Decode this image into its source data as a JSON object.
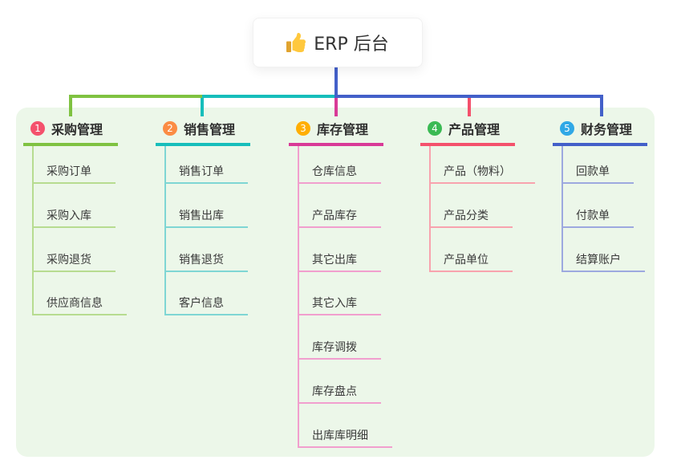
{
  "root": {
    "label": "ERP 后台",
    "icon": "thumbs-up-icon"
  },
  "colors": {
    "connector_blue": "#4360C9",
    "panel_background": "#ECF7E9",
    "card_background": "#FFFFFF",
    "text": "#333333"
  },
  "branches": [
    {
      "number": "1",
      "label": "采购管理",
      "badge_color": "#F4516C",
      "line_color": "#7FC241",
      "child_line_color": "#B7DC90",
      "children": [
        "采购订单",
        "采购入库",
        "采购退货",
        "供应商信息"
      ]
    },
    {
      "number": "2",
      "label": "销售管理",
      "badge_color": "#FB8C44",
      "line_color": "#17BEBB",
      "child_line_color": "#7FD6D4",
      "children": [
        "销售订单",
        "销售出库",
        "销售退货",
        "客户信息"
      ]
    },
    {
      "number": "3",
      "label": "库存管理",
      "badge_color": "#FFAE02",
      "line_color": "#D93A97",
      "child_line_color": "#F19FCE",
      "children": [
        "仓库信息",
        "产品库存",
        "其它出库",
        "其它入库",
        "库存调拨",
        "库存盘点",
        "出库库明细"
      ]
    },
    {
      "number": "4",
      "label": "产品管理",
      "badge_color": "#3BBA54",
      "line_color": "#F4516C",
      "child_line_color": "#F8A3AE",
      "children": [
        "产品（物料）",
        "产品分类",
        "产品单位"
      ]
    },
    {
      "number": "5",
      "label": "财务管理",
      "badge_color": "#30A8E6",
      "line_color": "#4360C9",
      "child_line_color": "#9DA9DF",
      "children": [
        "回款单",
        "付款单",
        "结算账户"
      ]
    }
  ]
}
